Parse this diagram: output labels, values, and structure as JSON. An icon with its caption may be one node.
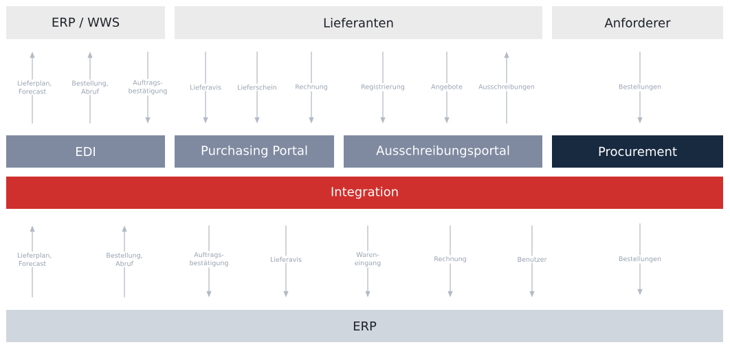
{
  "diagram": {
    "nodes": [
      {
        "text": [
          "ERP / WWS"
        ]
      },
      {
        "text": [
          "Lieferanten"
        ]
      },
      {
        "text": [
          "Anforderer"
        ]
      },
      {
        "text": [
          "EDI"
        ]
      },
      {
        "text": [
          "Purchasing Portal"
        ]
      },
      {
        "text": [
          "Ausschreibungsportal"
        ]
      },
      {
        "text": [
          "Procurement"
        ]
      },
      {
        "text": [
          "Integration"
        ]
      },
      {
        "text": [
          "ERP"
        ]
      }
    ],
    "edges": [
      {
        "from": 3,
        "to": 0,
        "arrow": "to",
        "label": "Lieferplan, Forecast"
      },
      {
        "from": 3,
        "to": 0,
        "arrow": "to",
        "label": "Bestellung, Abruf"
      },
      {
        "from": 0,
        "to": 3,
        "arrow": "to",
        "label": "Auftrags- bestätigung"
      },
      {
        "from": 1,
        "to": 4,
        "arrow": "to",
        "label": "Lieferavis"
      },
      {
        "from": 1,
        "to": 4,
        "arrow": "to",
        "label": "Lieferschein"
      },
      {
        "from": 1,
        "to": 4,
        "arrow": "to",
        "label": "Rechnung"
      },
      {
        "from": 1,
        "to": 5,
        "arrow": "to",
        "label": "Registrierung"
      },
      {
        "from": 1,
        "to": 5,
        "arrow": "to",
        "label": "Angebote"
      },
      {
        "from": 5,
        "to": 1,
        "arrow": "to",
        "label": "Ausschreibungen"
      },
      {
        "from": 2,
        "to": 6,
        "arrow": "to",
        "label": "Bestellungen"
      },
      {
        "from": 8,
        "to": 7,
        "arrow": "to",
        "label": "Lieferplan, Forecast"
      },
      {
        "from": 8,
        "to": 7,
        "arrow": "to",
        "label": "Bestellung, Abruf"
      },
      {
        "from": 7,
        "to": 8,
        "arrow": "to",
        "label": "Auftrags- bestätigung"
      },
      {
        "from": 7,
        "to": 8,
        "arrow": "to",
        "label": "Lieferavis"
      },
      {
        "from": 7,
        "to": 8,
        "arrow": "to",
        "label": "Waren- eingang"
      },
      {
        "from": 7,
        "to": 8,
        "arrow": "to",
        "label": "Rechnung"
      },
      {
        "from": 7,
        "to": 8,
        "arrow": "to",
        "label": "Benutzer"
      },
      {
        "from": 7,
        "to": 8,
        "arrow": "to",
        "label": "Bestellungen"
      }
    ]
  }
}
